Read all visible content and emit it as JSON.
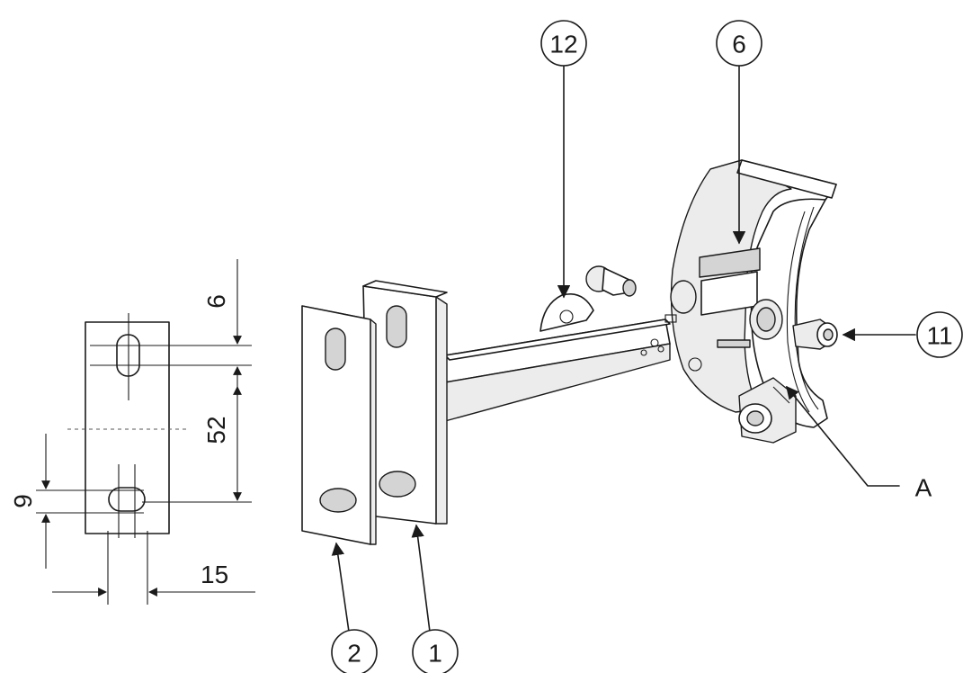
{
  "callouts": {
    "c12": "12",
    "c6": "6",
    "c11": "11",
    "c2": "2",
    "c1": "1",
    "cA": "A"
  },
  "dimensions": {
    "d6": "6",
    "d52": "52",
    "d9": "9",
    "d15": "15"
  },
  "colors": {
    "line": "#1a1a1a",
    "background": "#ffffff"
  }
}
